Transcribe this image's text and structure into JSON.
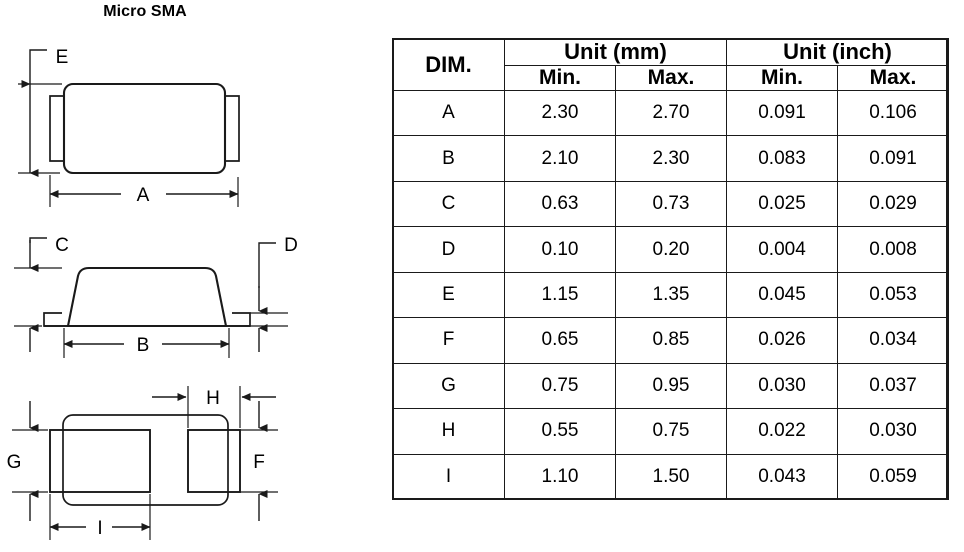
{
  "title": "Micro SMA",
  "drawings": {
    "top_view": {
      "name": "top-view",
      "labels": {
        "e": "E",
        "a": "A"
      }
    },
    "side_view": {
      "name": "side-view",
      "labels": {
        "c": "C",
        "d": "D",
        "b": "B"
      }
    },
    "bottom_view": {
      "name": "bottom-view",
      "labels": {
        "g": "G",
        "f": "F",
        "h": "H",
        "i": "I"
      }
    }
  },
  "table": {
    "header": {
      "dim": "DIM.",
      "unit_mm": "Unit (mm)",
      "unit_inch": "Unit (inch)",
      "mm_min": "Min.",
      "mm_max": "Max.",
      "inch_min": "Min.",
      "inch_max": "Max."
    },
    "rows": [
      {
        "dim": "A",
        "mm_min": "2.30",
        "mm_max": "2.70",
        "inch_min": "0.091",
        "inch_max": "0.106"
      },
      {
        "dim": "B",
        "mm_min": "2.10",
        "mm_max": "2.30",
        "inch_min": "0.083",
        "inch_max": "0.091"
      },
      {
        "dim": "C",
        "mm_min": "0.63",
        "mm_max": "0.73",
        "inch_min": "0.025",
        "inch_max": "0.029"
      },
      {
        "dim": "D",
        "mm_min": "0.10",
        "mm_max": "0.20",
        "inch_min": "0.004",
        "inch_max": "0.008"
      },
      {
        "dim": "E",
        "mm_min": "1.15",
        "mm_max": "1.35",
        "inch_min": "0.045",
        "inch_max": "0.053"
      },
      {
        "dim": "F",
        "mm_min": "0.65",
        "mm_max": "0.85",
        "inch_min": "0.026",
        "inch_max": "0.034"
      },
      {
        "dim": "G",
        "mm_min": "0.75",
        "mm_max": "0.95",
        "inch_min": "0.030",
        "inch_max": "0.037"
      },
      {
        "dim": "H",
        "mm_min": "0.55",
        "mm_max": "0.75",
        "inch_min": "0.022",
        "inch_max": "0.030"
      },
      {
        "dim": "I",
        "mm_min": "1.10",
        "mm_max": "1.50",
        "inch_min": "0.043",
        "inch_max": "0.059"
      }
    ]
  },
  "colors": {
    "line": "#1a1a1a",
    "background": "#ffffff",
    "text": "#000000"
  }
}
